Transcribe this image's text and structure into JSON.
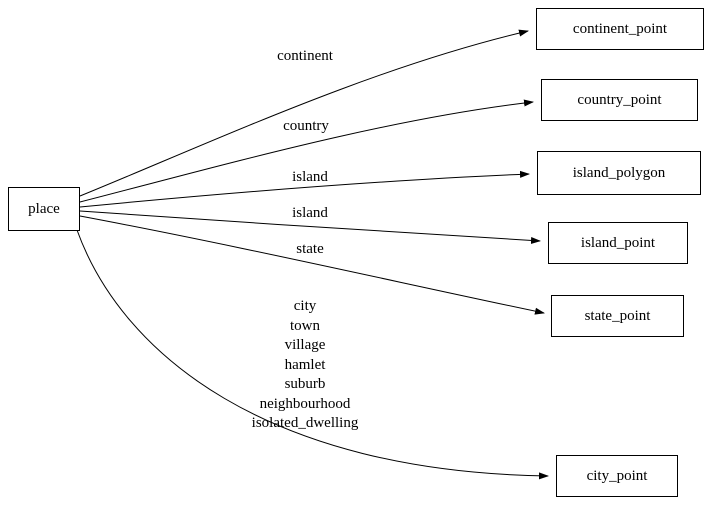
{
  "diagram": {
    "background": "#ffffff",
    "stroke_color": "#000000",
    "text_color": "#000000",
    "nodes": [
      {
        "id": "place",
        "label": "place"
      },
      {
        "id": "continent_point",
        "label": "continent_point"
      },
      {
        "id": "country_point",
        "label": "country_point"
      },
      {
        "id": "island_polygon",
        "label": "island_polygon"
      },
      {
        "id": "island_point",
        "label": "island_point"
      },
      {
        "id": "state_point",
        "label": "state_point"
      },
      {
        "id": "city_point",
        "label": "city_point"
      }
    ],
    "edges": [
      {
        "from": "place",
        "to": "continent_point",
        "label": "continent"
      },
      {
        "from": "place",
        "to": "country_point",
        "label": "country"
      },
      {
        "from": "place",
        "to": "island_polygon",
        "label": "island"
      },
      {
        "from": "place",
        "to": "island_point",
        "label": "island"
      },
      {
        "from": "place",
        "to": "state_point",
        "label": "state"
      },
      {
        "from": "place",
        "to": "city_point",
        "label_lines": [
          "city",
          "town",
          "village",
          "hamlet",
          "suburb",
          "neighbourhood",
          "isolated_dwelling"
        ]
      }
    ]
  }
}
